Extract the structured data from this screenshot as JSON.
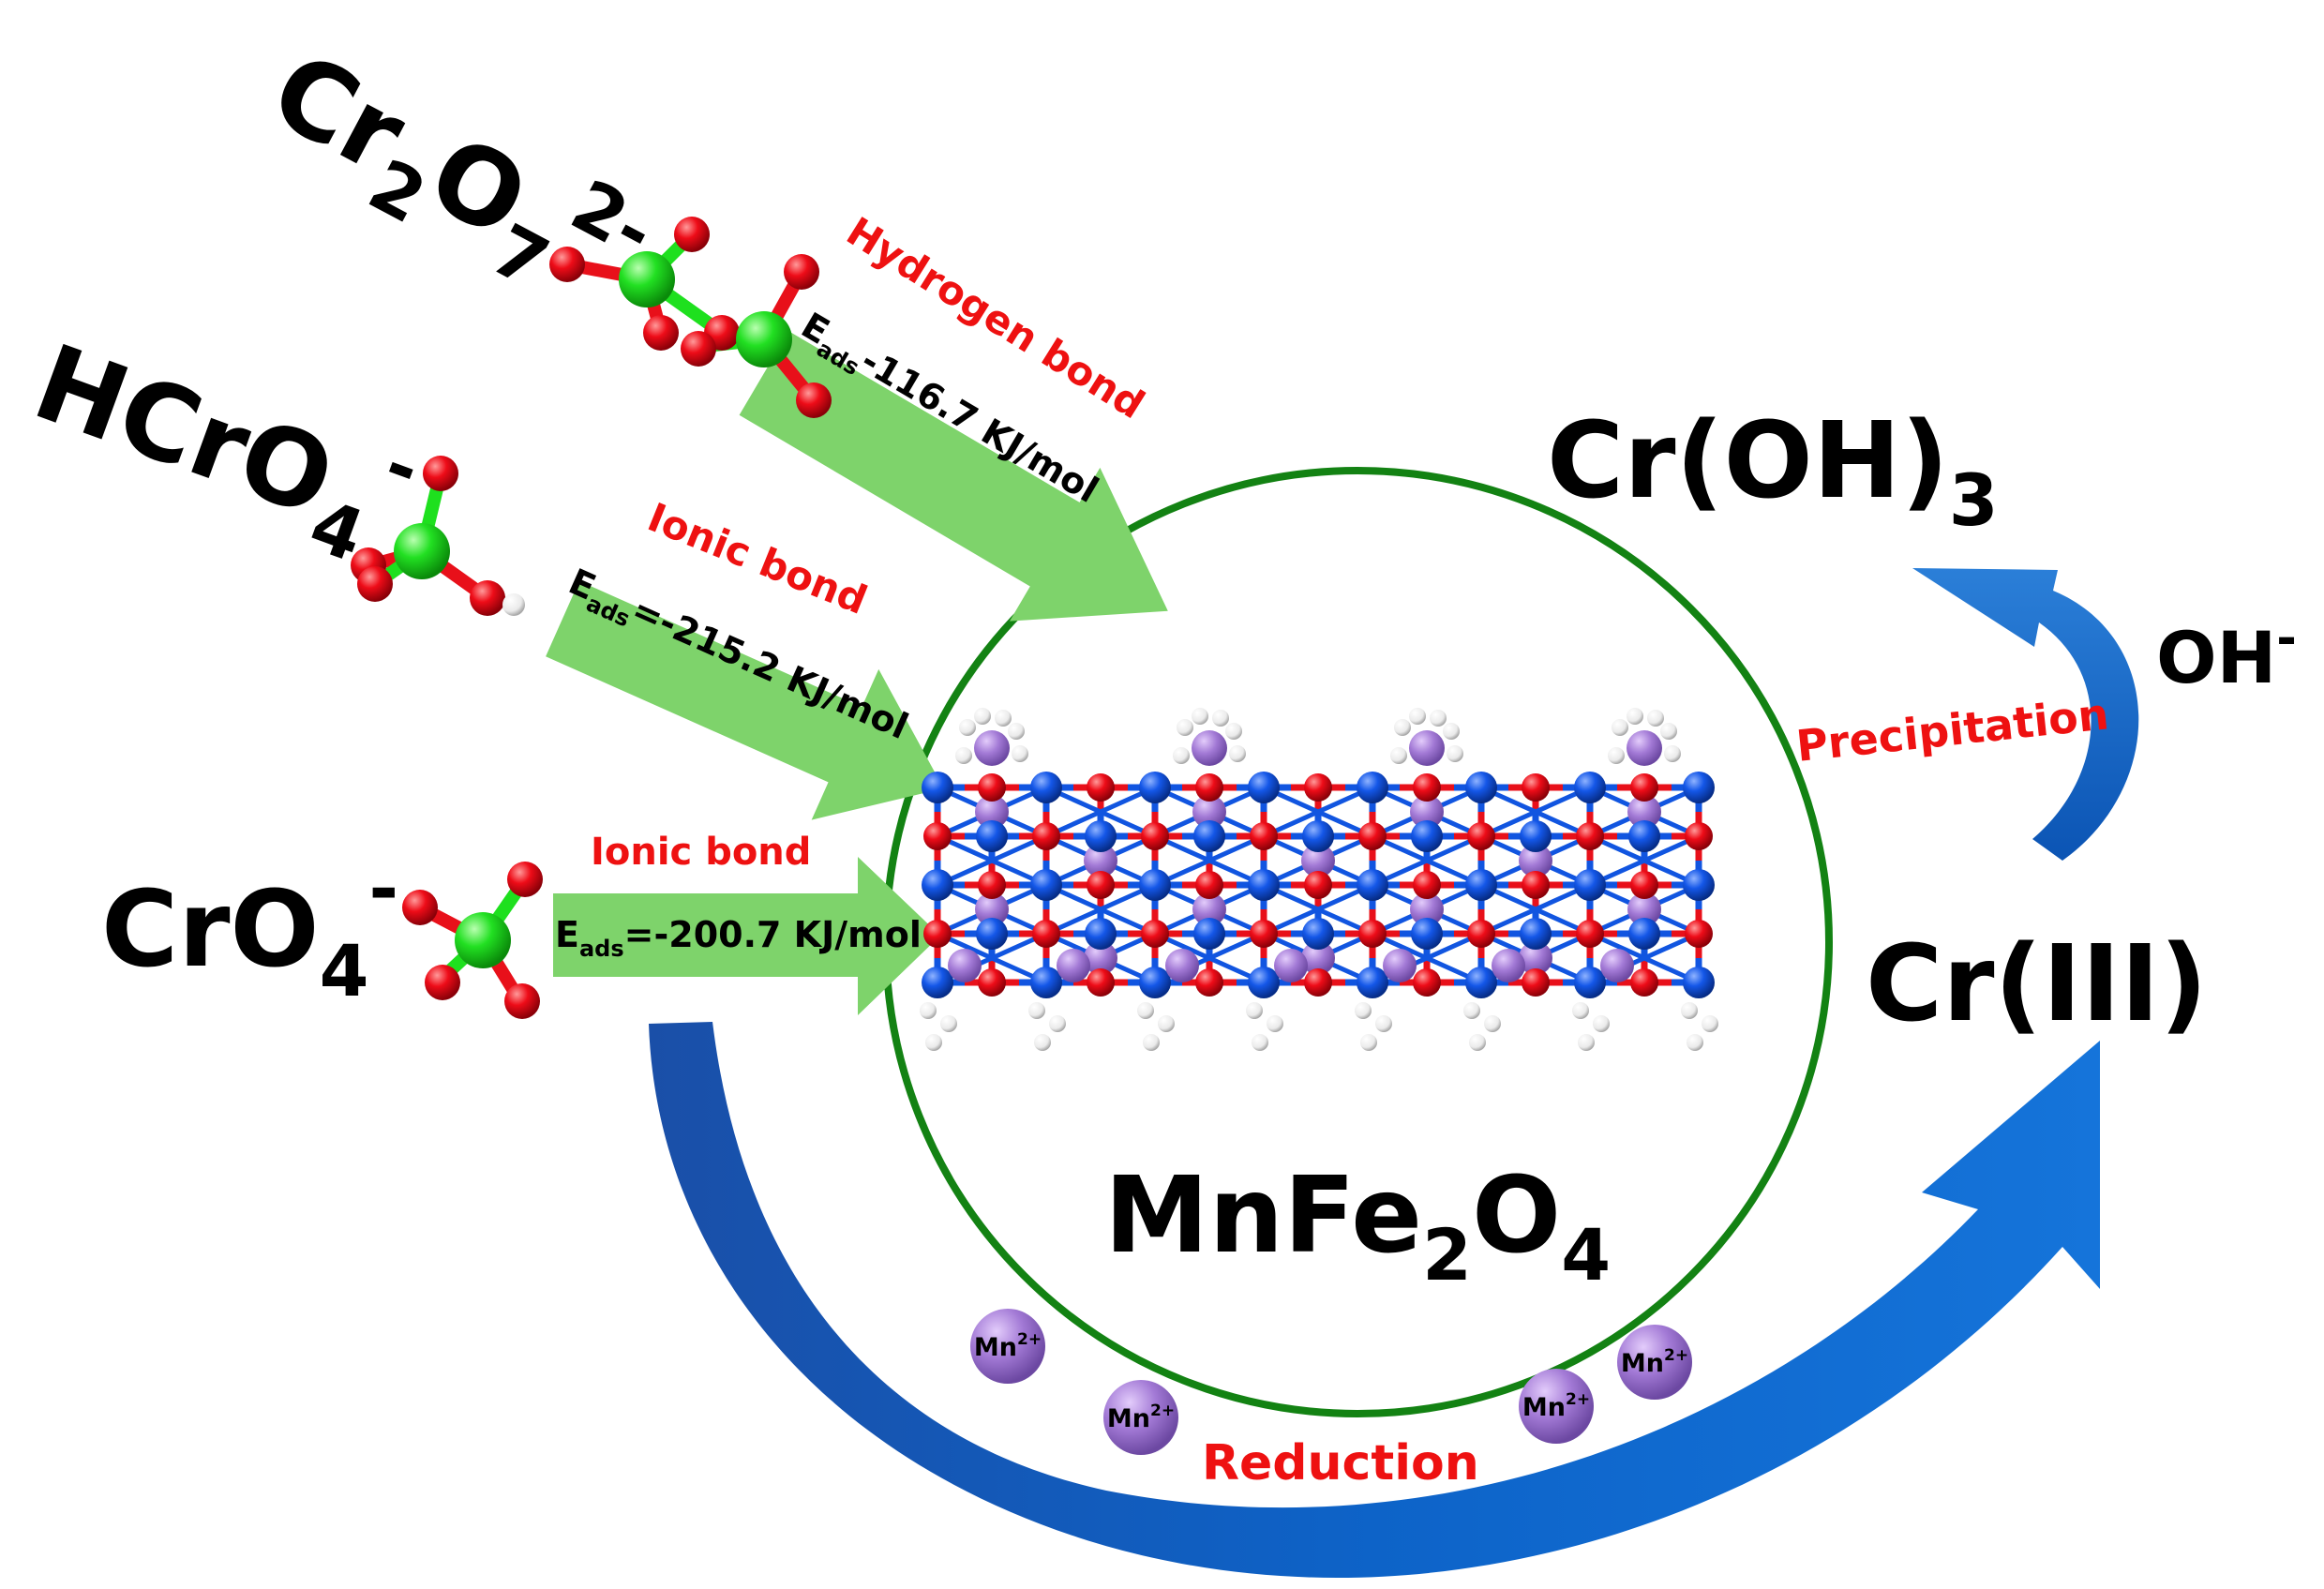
{
  "species": {
    "dichromate": {
      "base": "Cr",
      "sub1": "2",
      "mid": "O",
      "sub2": "7",
      "sup": "2-"
    },
    "hydrogen_chromate": {
      "base": "HCrO",
      "sub": "4",
      "sup": "-"
    },
    "chromate": {
      "base": "CrO",
      "sub": "4",
      "sup": "-"
    },
    "chromium_hydroxide": {
      "base": "Cr(OH)",
      "sub": "3"
    },
    "hydroxide": {
      "base": "OH",
      "sup": "-"
    },
    "chromium_iii": {
      "text": "Cr(III)"
    },
    "adsorbent": {
      "base": "MnFe",
      "sub1": "2",
      "mid": "O",
      "sub2": "4"
    }
  },
  "adsorption": [
    {
      "bond": "Hydrogen bond",
      "e_symbol": "E",
      "e_sub": "ads",
      "e_value": "-116.7 KJ/mol"
    },
    {
      "bond": "Ionic bond",
      "e_symbol": "E",
      "e_sub": "ads",
      "e_value": "=-215.2 KJ/mol"
    },
    {
      "bond": "Ionic bond",
      "e_symbol": "E",
      "e_sub": "ads",
      "e_value": "=-200.7 KJ/mol"
    }
  ],
  "process": {
    "precipitation": "Precipitation",
    "reduction": "Reduction"
  },
  "ions": [
    {
      "label": "Mn",
      "charge": "2+"
    },
    {
      "label": "Mn",
      "charge": "2+"
    },
    {
      "label": "Mn",
      "charge": "2+"
    },
    {
      "label": "Mn",
      "charge": "2+"
    }
  ],
  "colors": {
    "circle": "#138213",
    "arrow_green": "#7ed36b",
    "arrow_blue": "#0d62c4",
    "label_red": "#ee1111",
    "cr_atom": "#1ee01e",
    "o_atom": "#e8101a",
    "fe_atom": "#1155e0",
    "mn_atom": "#9c6fd0",
    "h_atom": "#f2f2f2"
  }
}
